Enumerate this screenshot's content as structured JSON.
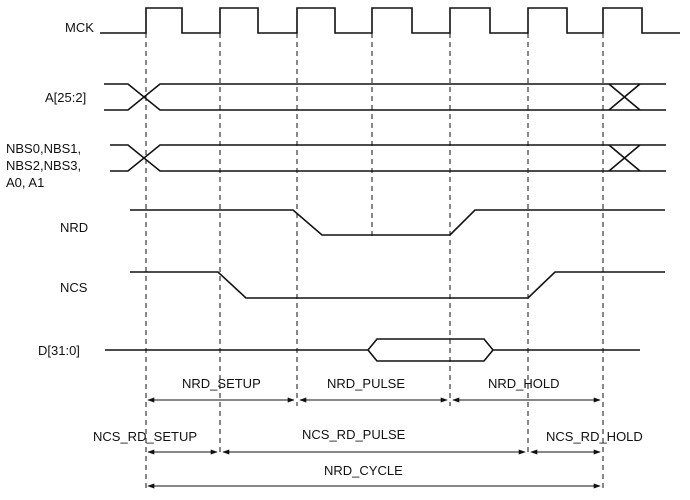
{
  "colors": {
    "stroke": "#111111",
    "background": "#ffffff"
  },
  "signals": {
    "mck": "MCK",
    "addr": "A[25:2]",
    "nbs_line1": "NBS0,NBS1,",
    "nbs_line2": "NBS2,NBS3,",
    "nbs_line3": "A0, A1",
    "nrd": "NRD",
    "ncs": "NCS",
    "data": "D[31:0]"
  },
  "intervals": {
    "nrd_setup": "NRD_SETUP",
    "nrd_pulse": "NRD_PULSE",
    "nrd_hold": "NRD_HOLD",
    "ncs_rd_setup": "NCS_RD_SETUP",
    "ncs_rd_pulse": "NCS_RD_PULSE",
    "ncs_rd_hold": "NCS_RD_HOLD",
    "nrd_cycle": "NRD_CYCLE"
  }
}
